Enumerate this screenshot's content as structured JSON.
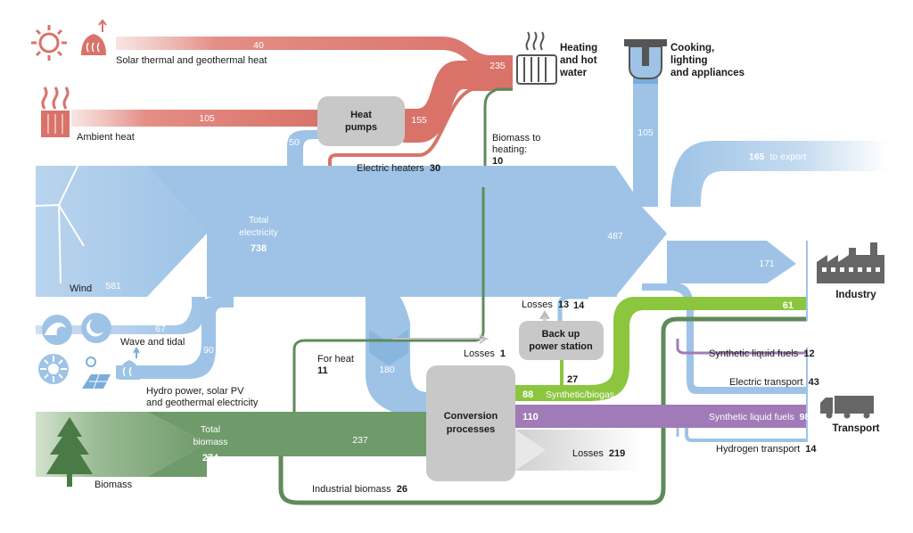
{
  "colors": {
    "electricity": "#9ec3e6",
    "electricity_dark": "#7aaddb",
    "heat": "#d9736a",
    "heat_light": "#e9a7a0",
    "biomass": "#6f9a6a",
    "biomass_light": "#cfdfcc",
    "biomass_line": "#5f8a5a",
    "synthetic": "#a07bb8",
    "green": "#8cc63f",
    "box": "#c8c8c8",
    "loss": "#dedede"
  },
  "icons": [
    "sun-icon",
    "geothermal-icon",
    "ambient-heat-icon",
    "radiator-icon",
    "socket-icon",
    "wind-turbine-icon",
    "wave-icon",
    "tidal-icon",
    "hydro-icon",
    "solar-pv-icon",
    "geothermal-electricity-icon",
    "tree-icon",
    "factory-icon",
    "truck-icon"
  ],
  "sources": {
    "solar_thermal": {
      "label": "Solar thermal and geothermal heat",
      "value": "40"
    },
    "ambient": {
      "label": "Ambient heat",
      "value": "105"
    },
    "wind": {
      "label": "Wind",
      "value": "581"
    },
    "wave": {
      "label": "Wave and tidal",
      "value": "67"
    },
    "hydro": {
      "label_line1": "Hydro power, solar PV",
      "label_line2": "and geothermal electricity",
      "value": "90"
    },
    "biomass": {
      "label": "Biomass"
    }
  },
  "nodes": {
    "heat_pumps": {
      "line1": "Heat",
      "line2": "pumps"
    },
    "conversion": {
      "line1": "Conversion",
      "line2": "processes"
    },
    "backup": {
      "line1": "Back up",
      "line2": "power station"
    }
  },
  "totals": {
    "electricity": {
      "line1": "Total",
      "line2": "electricity",
      "value": "738"
    },
    "biomass": {
      "line1": "Total",
      "line2": "biomass",
      "value": "274"
    }
  },
  "flows": {
    "heat_pumps_in": "50",
    "heat_pumps_out": "155",
    "heating_total": "235",
    "electric_heaters_label": "Electric heaters",
    "electric_heaters_value": "30",
    "biomass_heating_line1": "Biomass to",
    "biomass_heating_line2": "heating:",
    "biomass_heating_value": "10",
    "cooking_value": "105",
    "export_value": "165",
    "export_label": "to export",
    "main_value": "487",
    "industry_value": "171",
    "for_heat_label": "For heat",
    "for_heat_value": "11",
    "conversion_elec_in": "180",
    "losses1_label": "Losses",
    "losses1_value": "1",
    "losses13_label": "Losses",
    "losses13_value": "13",
    "backup_out": "14",
    "backup_in": "27",
    "green_in": "88",
    "green_label": "Synthetic/biogas",
    "green_industry": "61",
    "purple_value": "110",
    "biomass_conv": "237",
    "losses219_label": "Losses",
    "losses219_value": "219",
    "industrial_biomass_label": "Industrial biomass",
    "industrial_biomass_value": "26"
  },
  "sinks": {
    "heating": {
      "line1": "Heating",
      "line2": "and hot",
      "line3": "water"
    },
    "cooking": {
      "line1": "Cooking,",
      "line2": "lighting",
      "line3": "and appliances"
    },
    "industry": {
      "label": "Industry"
    },
    "transport": {
      "label": "Transport"
    }
  },
  "transport_items": {
    "synthetic_liquid_12_label": "Synthetic liquid fuels",
    "synthetic_liquid_12_value": "12",
    "electric_transport_label": "Electric transport",
    "electric_transport_value": "43",
    "synthetic_liquid_98_label": "Synthetic liquid fuels",
    "synthetic_liquid_98_value": "98",
    "hydrogen_label": "Hydrogen transport",
    "hydrogen_value": "14"
  }
}
